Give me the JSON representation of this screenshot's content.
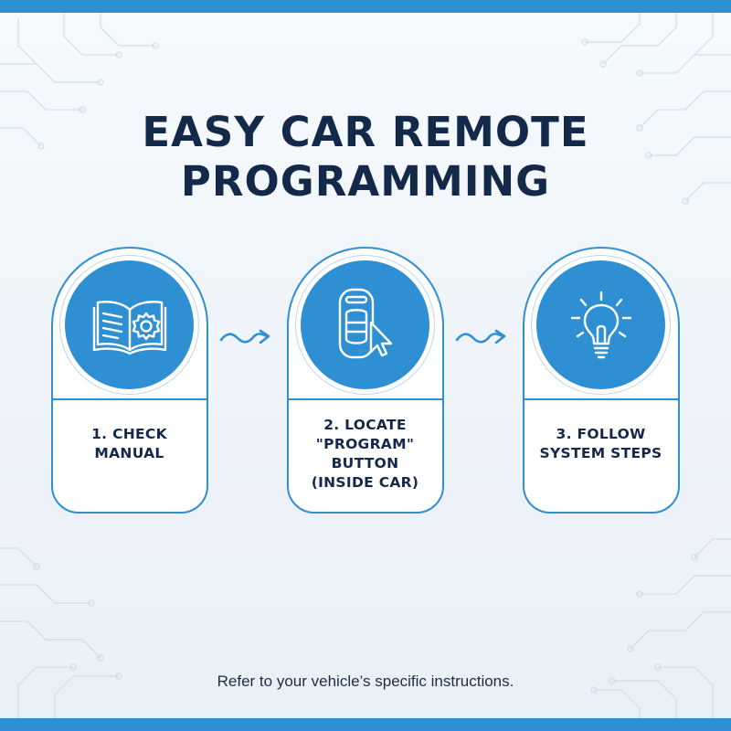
{
  "title": {
    "line1": "EASY CAR REMOTE",
    "line2": "PROGRAMMING"
  },
  "steps": [
    {
      "icon": "manual-gear-icon",
      "lines": [
        "1. CHECK",
        "MANUAL"
      ]
    },
    {
      "icon": "remote-pointer-icon",
      "lines": [
        "2. LOCATE",
        "\"PROGRAM\"",
        "BUTTON",
        "(INSIDE CAR)"
      ]
    },
    {
      "icon": "lightbulb-icon",
      "lines": [
        "3. FOLLOW",
        "SYSTEM STEPS"
      ]
    }
  ],
  "footnote": "Refer to your vehicle’s specific instructions.",
  "colors": {
    "accent": "#2f8fd3",
    "title": "#14294a",
    "background": "#eef4f9"
  }
}
